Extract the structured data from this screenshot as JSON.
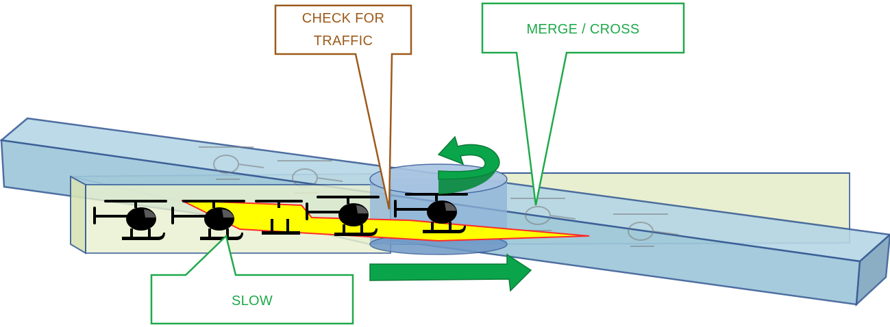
{
  "callouts": {
    "check_traffic": {
      "line1": "CHECK FOR",
      "line2": "TRAFFIC",
      "color": "#9c5a1a"
    },
    "merge_cross": {
      "text": "MERGE / CROSS",
      "color": "#1fa94b"
    },
    "slow": {
      "text": "SLOW",
      "color": "#1fa94b"
    }
  },
  "colors": {
    "tube_fill": "#b5d6e6",
    "tube_stroke": "#3b5f97",
    "low_tube_fill": "#e4edc8",
    "caution_fill": "#ffff00",
    "caution_stroke": "#ff2a2a",
    "arrow_green": "#0aa54a",
    "helicopter": "#000000"
  },
  "icons": {
    "aircraft": "helicopter-icon",
    "turn": "curved-arrow-icon",
    "straight": "straight-arrow-icon"
  }
}
